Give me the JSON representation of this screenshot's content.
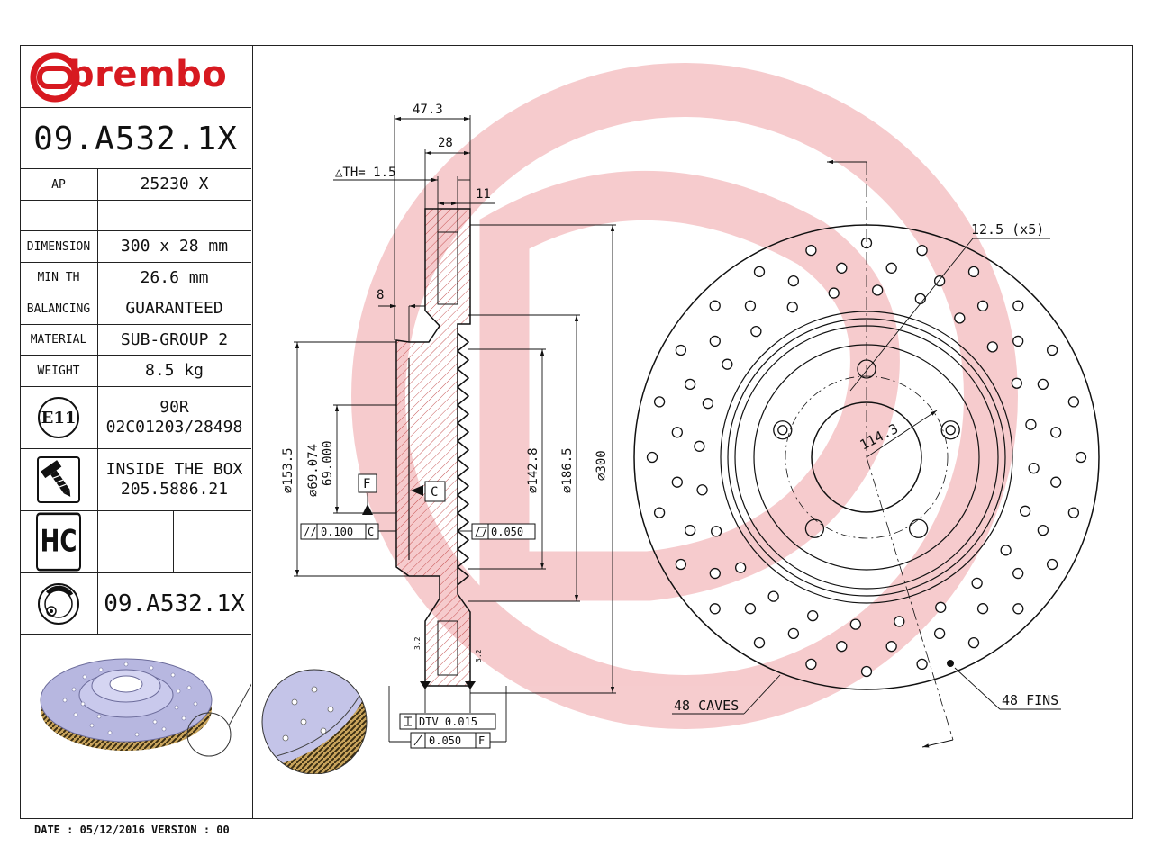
{
  "brand": {
    "name": "brembo",
    "color": "#d71920"
  },
  "part_number": "09.A532.1X",
  "table": {
    "ap_label": "AP",
    "ap_value": "25230 X",
    "dimension_label": "DIMENSION",
    "dimension_value": "300 x 28 mm",
    "minth_label": "MIN TH",
    "minth_value": "26.6 mm",
    "balancing_label": "BALANCING",
    "balancing_value": "GUARANTEED",
    "material_label": "MATERIAL",
    "material_value": "SUB-GROUP 2",
    "weight_label": "WEIGHT",
    "weight_value": "8.5 kg",
    "e11_badge": "E11",
    "e11_line1": "90R",
    "e11_line2": "02C01203/28498",
    "box_line1": "INSIDE THE BOX",
    "box_line2": "205.5886.21",
    "hc_badge": "HC",
    "bottom_part_number": "09.A532.1X"
  },
  "dimensions": {
    "d47": "47.3",
    "d28": "28",
    "dth": "△TH= 1.5",
    "d11": "11",
    "d8": "8",
    "d153": "∅153.5",
    "d69074": "∅69.074",
    "d69000": "69.000",
    "d142": "∅142.8",
    "d186": "∅186.5",
    "d300": "∅300",
    "datum_f": "F",
    "datum_c": "C",
    "tol_parallel": "0.100",
    "tol_parallel_ref": "C",
    "tol_flat": "0.050",
    "dtv": "DTV 0.015",
    "runout": "0.050",
    "runout_ref": "F",
    "r32a": "3.2",
    "r32b": "3.2",
    "holes": "12.5 (x5)",
    "pcd": "114.3",
    "caves": "48 CAVES",
    "fins": "48 FINS"
  },
  "footer": "DATE : 05/12/2016 VERSION : 00"
}
